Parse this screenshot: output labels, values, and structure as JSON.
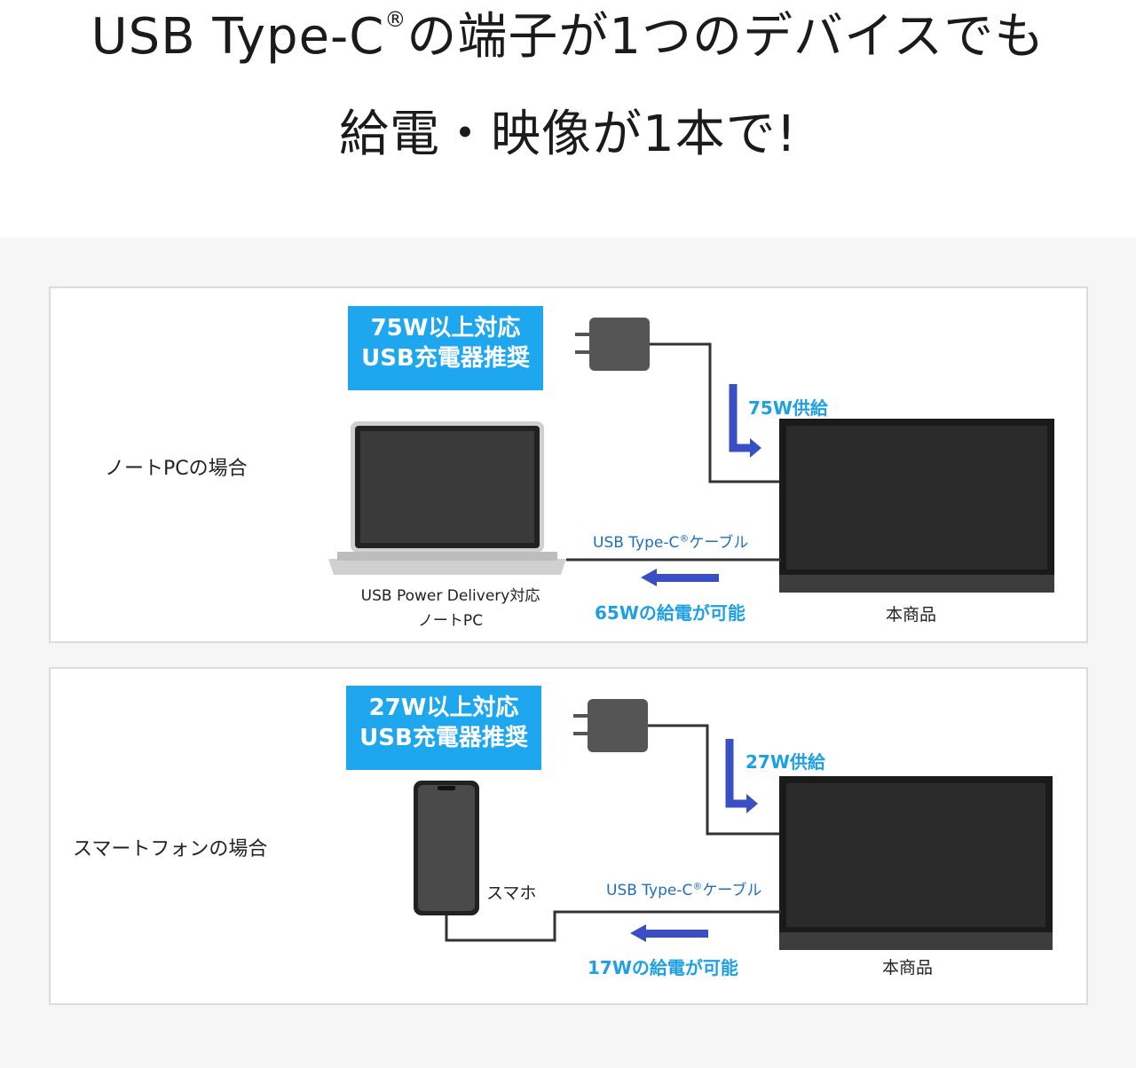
{
  "headline": {
    "line1_a": "USB Type-C",
    "line1_reg": "®",
    "line1_b": "の端子が1つのデバイスでも",
    "line2": "給電・映像が1本で!"
  },
  "panel_laptop": {
    "case_label": "ノートPCの場合",
    "badge_line1": "75W以上対応",
    "badge_line2": "USB充電器推奨",
    "supply_label": "75W供給",
    "cable_label_a": "USB Type-C",
    "cable_label_reg": "®",
    "cable_label_b": "ケーブル",
    "delivery_label": "65Wの給電が可能",
    "device_line1": "USB Power Delivery対応",
    "device_line2": "ノートPC",
    "product_label": "本商品"
  },
  "panel_phone": {
    "case_label": "スマートフォンの場合",
    "badge_line1": "27W以上対応",
    "badge_line2": "USB充電器推奨",
    "supply_label": "27W供給",
    "cable_label_a": "USB Type-C",
    "cable_label_reg": "®",
    "cable_label_b": "ケーブル",
    "delivery_label": "17Wの給電が可能",
    "device_label": "スマホ",
    "product_label": "本商品"
  },
  "colors": {
    "badge": "#1ea6ee",
    "arrow": "#3a4fc4",
    "blue_text": "#1f9fe6",
    "panel_border": "#dcdcdc",
    "background": "#f6f6f6"
  }
}
